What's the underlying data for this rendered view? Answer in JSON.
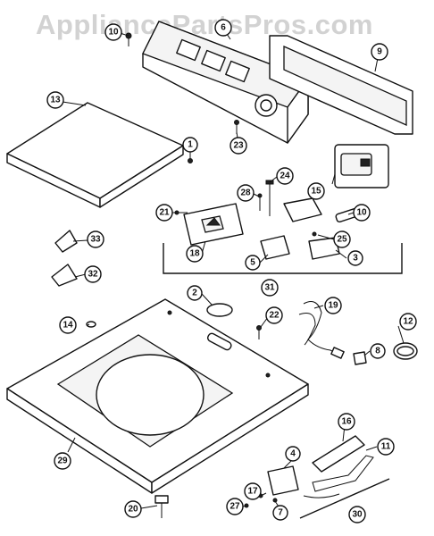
{
  "watermark": "AppliancePartsPros.com",
  "callouts": {
    "c1": "1",
    "c2": "2",
    "c3": "3",
    "c4": "4",
    "c5": "5",
    "c6": "6",
    "c7": "7",
    "c8": "8",
    "c9": "9",
    "c10": "10",
    "c11": "11",
    "c12": "12",
    "c13": "13",
    "c14": "14",
    "c15": "15",
    "c16": "16",
    "c17": "17",
    "c18": "18",
    "c19": "19",
    "c20": "20",
    "c21": "21",
    "c22": "22",
    "c23": "23",
    "c24": "24",
    "c25": "25",
    "c27": "27",
    "c28": "28",
    "c29": "29",
    "c30": "30",
    "c31": "31",
    "c32": "32",
    "c33": "33"
  },
  "colors": {
    "line": "#111111",
    "watermark": "#d2d2d2",
    "background": "#ffffff"
  }
}
